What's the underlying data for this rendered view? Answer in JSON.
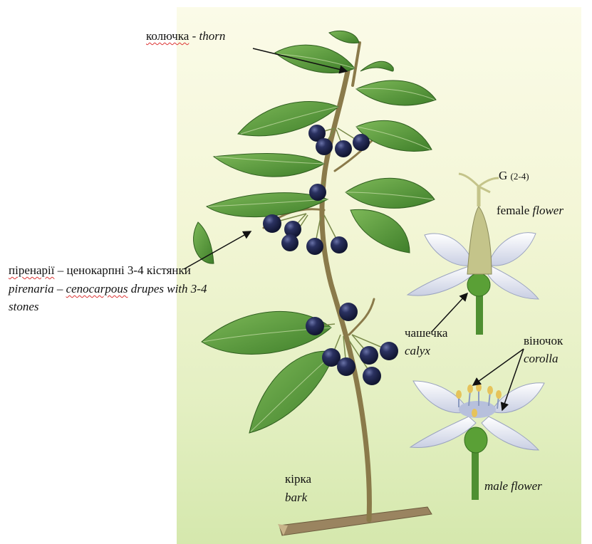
{
  "labels": {
    "thorn_ua": "колючка",
    "thorn_sep": " - ",
    "thorn_en": "thorn",
    "pyrenaria_ua_word": "піренарії",
    "pyrenaria_ua_rest": " – ценокарпні 3-4 кістянки",
    "pyrenaria_en_1": "pirenaria –",
    "pyrenaria_en_word": "cenocarpous",
    "pyrenaria_en_2": " drupes with 3-4",
    "pyrenaria_en_3": "stones",
    "formula_letter": "G",
    "formula_count": "(2-4)",
    "female_1": "female",
    "female_2": "flower",
    "calyx_ua": "чашечка",
    "calyx_en": "calyx",
    "corolla_ua": "віночок",
    "corolla_en": "corolla",
    "bark_ua": "кірка",
    "bark_en": "bark",
    "male": "male flower"
  },
  "colors": {
    "background_top": "#fbfbe8",
    "background_bottom": "#d5e8ad",
    "leaf": "#5a9a3a",
    "stem": "#8a7a4a",
    "berry": "#1c2244",
    "petal": "#f4f6fb",
    "spellcheck": "#dd3333"
  },
  "icons": [
    "leaf-icon",
    "berry-icon",
    "flower-icon",
    "arrow-icon"
  ]
}
